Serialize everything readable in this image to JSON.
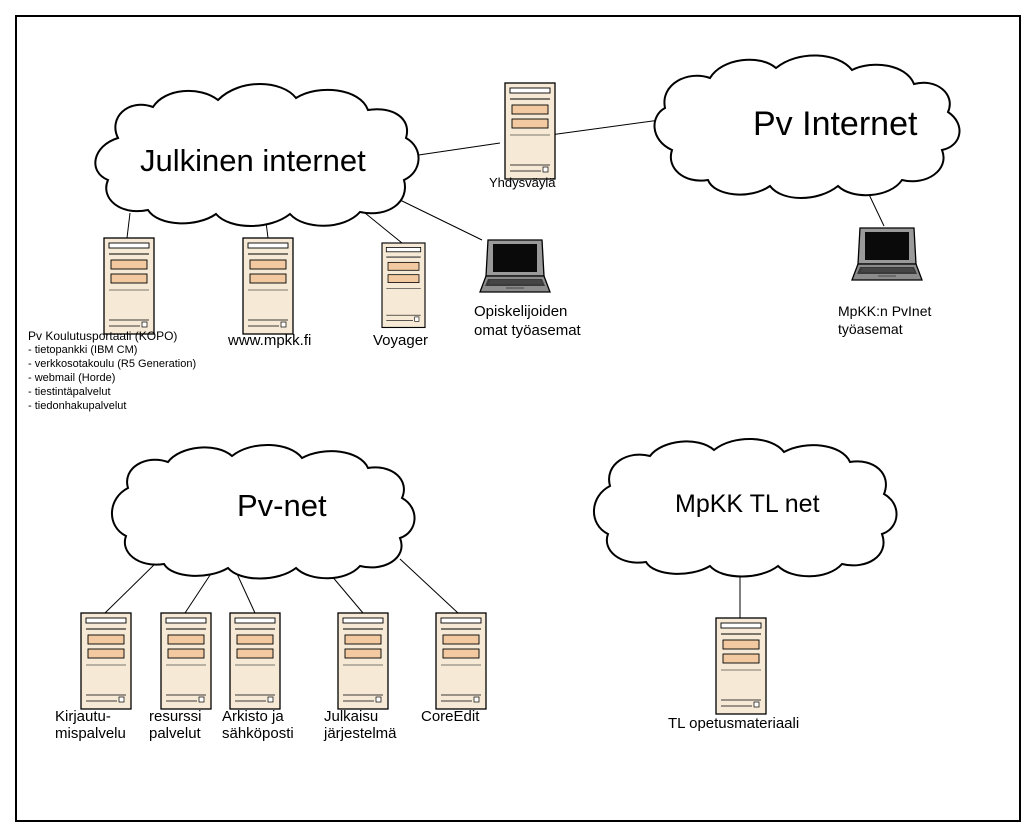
{
  "clouds": {
    "julkinen": "Julkinen internet",
    "pv_internet": "Pv Internet",
    "pv_net": "Pv-net",
    "tl_net": "MpKK TL net"
  },
  "gateway": {
    "label": "Yhdysväylä"
  },
  "public_nodes": {
    "kopo": {
      "title": "Pv Koulutusportaali (KOPO)",
      "services": [
        "- tietopankki (IBM CM)",
        "- verkkosotakoulu (R5 Generation)",
        "- webmail (Horde)",
        "- tiestintäpalvelut",
        "- tiedonhakupalvelut"
      ]
    },
    "mpkk_fi": "www.mpkk.fi",
    "voyager": "Voyager",
    "student_laptops": {
      "line1": "Opiskelijoiden",
      "line2": "omat työasemat"
    }
  },
  "pvinternet_nodes": {
    "mpkk_laptops": {
      "line1": "MpKK:n PvInet",
      "line2": "työasemat"
    }
  },
  "pvnet_nodes": [
    {
      "line1": "Kirjautu-",
      "line2": "mispalvelu"
    },
    {
      "line1": "resurssi",
      "line2": "palvelut"
    },
    {
      "line1": "Arkisto ja",
      "line2": "sähköposti"
    },
    {
      "line1": "Julkaisu",
      "line2": "järjestelmä"
    },
    {
      "line1": "CoreEdit",
      "line2": ""
    }
  ],
  "tlnet_nodes": {
    "label": "TL opetusmateriaali"
  }
}
